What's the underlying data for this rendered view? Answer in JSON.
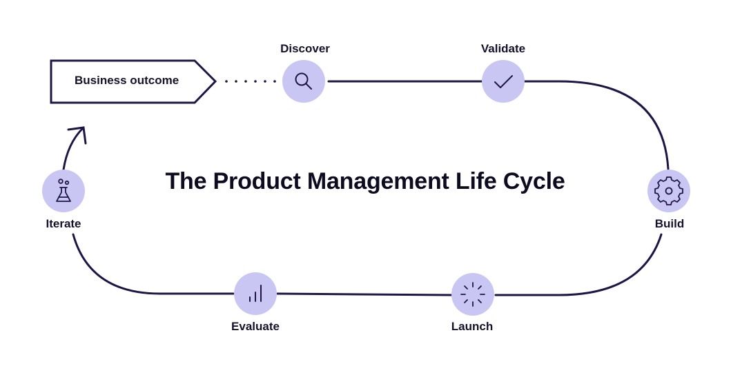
{
  "title": "The Product Management Life Cycle",
  "start_box": {
    "label": "Business outcome"
  },
  "stages": [
    {
      "label": "Discover",
      "icon": "search-icon"
    },
    {
      "label": "Validate",
      "icon": "checkmark-icon"
    },
    {
      "label": "Build",
      "icon": "gear-icon"
    },
    {
      "label": "Launch",
      "icon": "launch-burst-icon"
    },
    {
      "label": "Evaluate",
      "icon": "bar-chart-icon"
    },
    {
      "label": "Iterate",
      "icon": "flask-icon"
    }
  ],
  "colors": {
    "line": "#1c1546",
    "node_fill": "#c9c6f3",
    "text": "#14112b"
  }
}
